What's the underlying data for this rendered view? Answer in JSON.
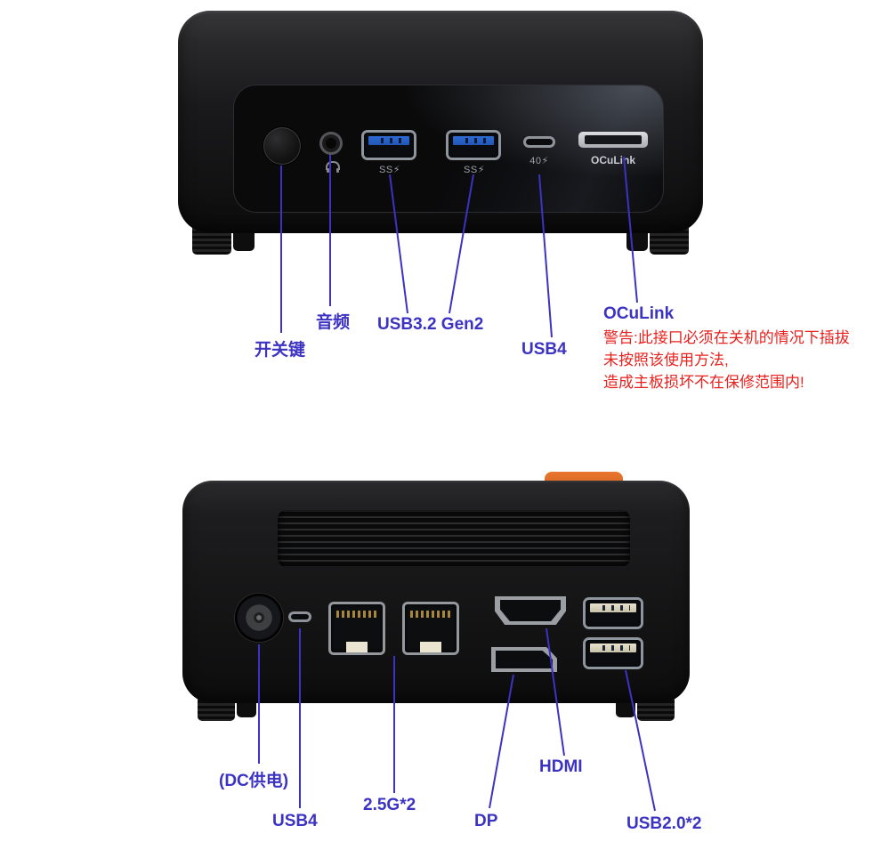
{
  "colors": {
    "annotation": "#3c33c3",
    "warning": "#e8221e",
    "leader_line": "#3c33c3",
    "usb_blue": "#2e6bd4",
    "orange_tab": "#e9762e"
  },
  "front_view": {
    "annotations": {
      "power": "开关键",
      "audio": "音频",
      "usb_a": "USB3.2 Gen2",
      "usb_c": "USB4",
      "oculink": "OCuLink"
    },
    "markings": {
      "usb_a": "SS⚡",
      "usb_c": "40⚡",
      "oculink": "OCuLink"
    },
    "warning_lines": [
      "警告:此接口必须在关机的情况下插拔",
      "未按照该使用方法,",
      "造成主板损坏不在保修范围内!"
    ]
  },
  "rear_view": {
    "annotations": {
      "dc": "(DC供电)",
      "usb_c": "USB4",
      "ethernet": "2.5G*2",
      "dp": "DP",
      "hdmi": "HDMI",
      "usb_a": "USB2.0*2"
    }
  }
}
